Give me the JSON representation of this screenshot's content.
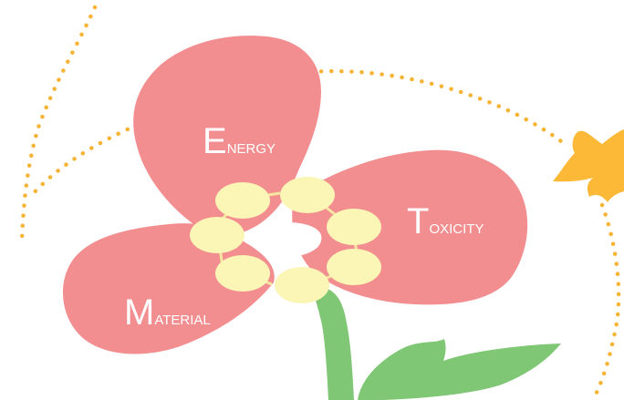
{
  "labels": {
    "energy": {
      "initial": "E",
      "rest": "NERGY"
    },
    "toxicity": {
      "initial": "T",
      "rest": "OXICITY"
    },
    "material": {
      "initial": "M",
      "rest": "ATERIAL"
    }
  },
  "colors": {
    "petal": "#f28e8f",
    "center_bead": "#fbf5b6",
    "bead_link": "#f6e7a0",
    "center_hole": "#ffffff",
    "stem": "#7fc775",
    "leaf": "#7fc775",
    "butterfly": "#fbb937",
    "dotted_path": "#f7b434",
    "label_text": "#ffffff"
  },
  "icons": {
    "flower": "flower-icon",
    "butterfly": "butterfly-icon",
    "leaf": "leaf-icon"
  }
}
